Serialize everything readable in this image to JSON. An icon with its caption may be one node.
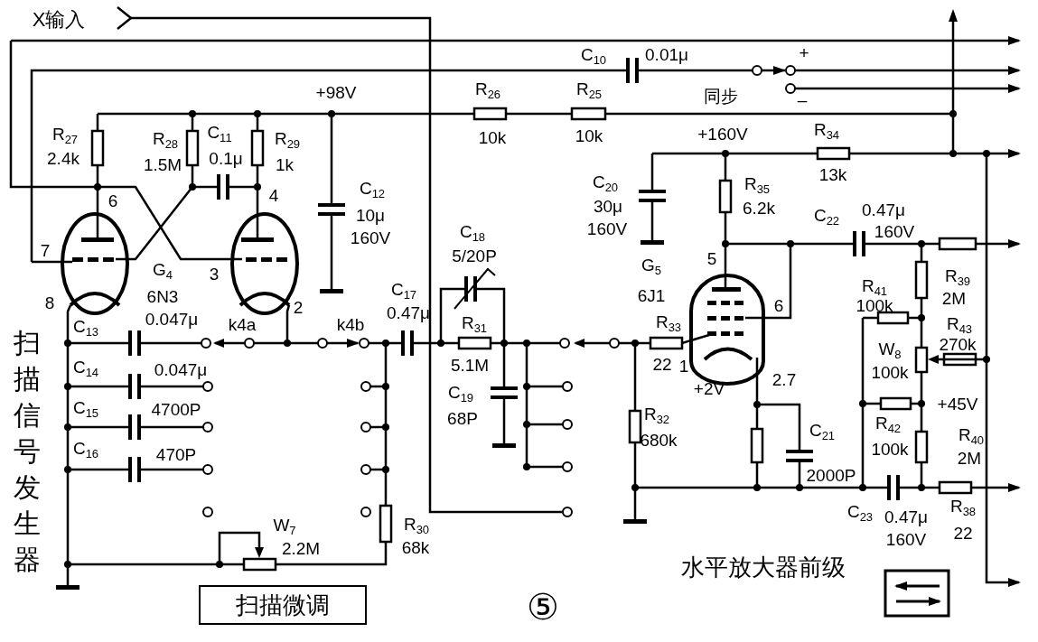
{
  "diagram": {
    "nodes": [
      {
        "text": [
          "扫描微调"
        ]
      }
    ],
    "labels": [
      "X输入",
      "C$_{10}$",
      "0.01μ",
      "+",
      "+98V",
      "R$_{26}$",
      "R$_{25}$",
      "同步",
      "–",
      "R$_{27}$",
      "R$_{28}$",
      "C$_{11}$",
      "R$_{29}$",
      "10k",
      "10k",
      "+160V",
      "R$_{34}$",
      "2.4k",
      "1.5M",
      "0.1μ",
      "1k",
      "C$_{20}$",
      "R$_{35}$",
      "13k",
      "6",
      "4",
      "C$_{12}$",
      "10μ",
      "30μ",
      "6.2k",
      "C$_{22}$",
      "0.47μ",
      "160V",
      "C$_{18}$",
      "160V",
      "160V",
      "7",
      "5/20P",
      "5",
      "G$_{4}$",
      "3",
      "G$_{5}$",
      "R$_{39}$",
      "8",
      "6N3",
      "2",
      "C$_{17}$",
      "0.47μ",
      "6J1",
      "6",
      "R$_{41}$",
      "100k",
      "2M",
      "C$_{13}$",
      "0.047μ",
      "k4a",
      "k4b",
      "R$_{31}$",
      "R$_{33}$",
      "R$_{43}$",
      "W$_{8}$",
      "270k",
      "C$_{14}$",
      "0.047μ",
      "5.1M",
      "22",
      "1",
      "100k",
      "+2V",
      "2.7",
      "C$_{19}$",
      "+45V",
      "C$_{15}$",
      "4700P",
      "68P",
      "R$_{32}$",
      "C$_{21}$",
      "R$_{42}$",
      "R$_{40}$",
      "扫描信号发生器",
      "C$_{16}$",
      "680k",
      "100k",
      "470P",
      "2M",
      "2000P",
      "C$_{23}$",
      "0.47μ",
      "R$_{38}$",
      "W$_{7}$",
      "R$_{30}$",
      "22",
      "2.2M",
      "68k",
      "160V",
      "水平放大器前级",
      "⑤"
    ]
  }
}
